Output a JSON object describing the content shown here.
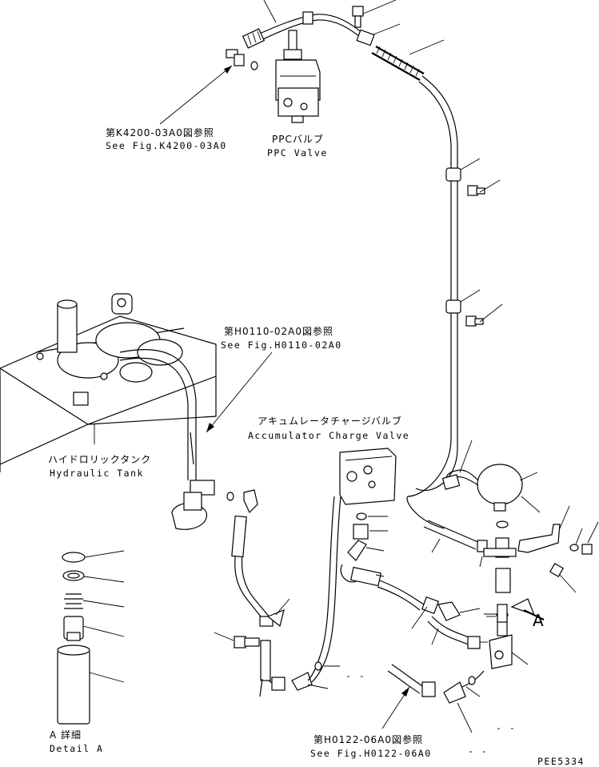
{
  "labels": {
    "ppc_jp": "PPCバルブ",
    "ppc_en": "PPC Valve",
    "ref_k4200_jp": "第K4200-03A0図参照",
    "ref_k4200_en": "See Fig.K4200-03A0",
    "ref_h0110_jp": "第H0110-02A0図参照",
    "ref_h0110_en": "See Fig.H0110-02A0",
    "tank_jp": "ハイドロリックタンク",
    "tank_en": "Hydraulic Tank",
    "acc_jp": "アキュムレータチャージバルブ",
    "acc_en": "Accumulator Charge Valve",
    "detail_jp": "A 詳細",
    "detail_en": "Detail A",
    "ref_h0122_jp": "第H0122-06A0図参照",
    "ref_h0122_en": "See Fig.H0122-06A0",
    "view_a": "A",
    "dash1": "- -",
    "dash2": "- -",
    "dash3": "- -",
    "drawing_no": "PEE5334"
  }
}
